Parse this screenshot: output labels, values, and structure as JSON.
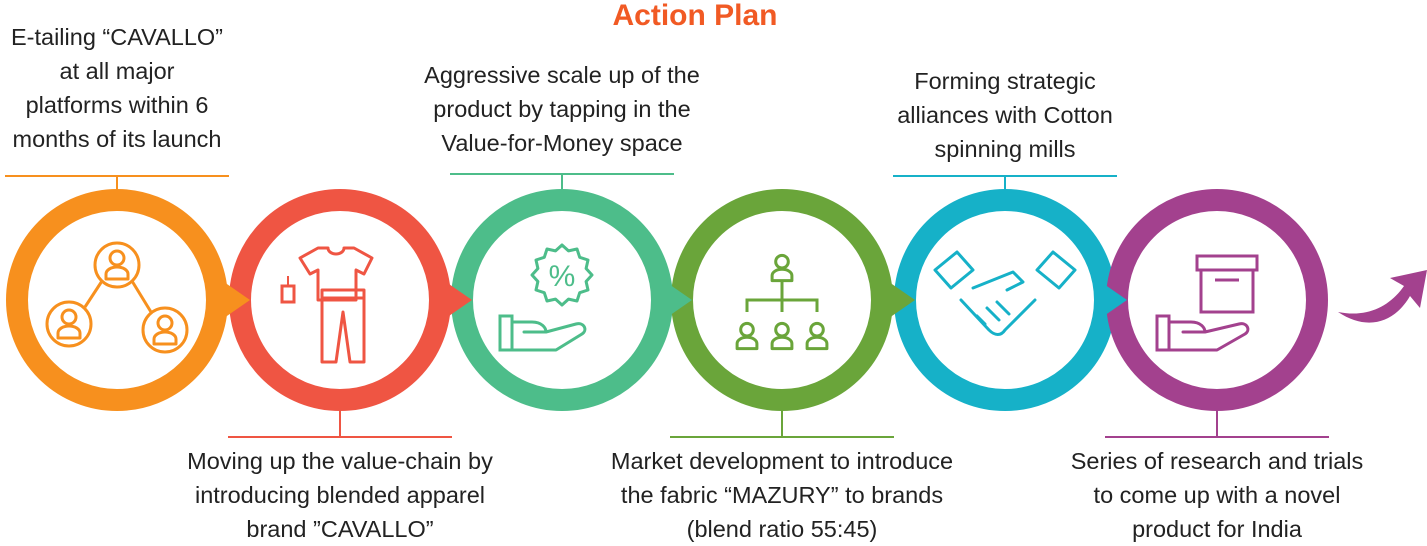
{
  "title": "Action Plan",
  "accent_color": "#f15a24",
  "steps": [
    {
      "text": "E-tailing “CAVALLO”\nat all major\nplatforms within 6\nmonths of its launch",
      "position": "top",
      "color": "#f7901e",
      "icon": "people-network-icon"
    },
    {
      "text": "Moving up the value-chain by\nintroducing blended apparel\nbrand ”CAVALLO”",
      "position": "bottom",
      "color": "#ef5543",
      "icon": "apparel-icon"
    },
    {
      "text": "Aggressive scale up of the\nproduct by tapping in the\nValue-for-Money space",
      "position": "top",
      "color": "#4dbd8a",
      "icon": "discount-hand-icon"
    },
    {
      "text": "Market development to introduce\nthe fabric “MAZURY” to brands\n(blend ratio 55:45)",
      "position": "bottom",
      "color": "#6aa53a",
      "icon": "hierarchy-icon"
    },
    {
      "text": "Forming strategic\nalliances with Cotton\nspinning mills",
      "position": "top",
      "color": "#16b1c8",
      "icon": "handshake-icon"
    },
    {
      "text": "Series of research and trials\nto come up with a novel\nproduct for India",
      "position": "bottom",
      "color": "#a3418e",
      "icon": "product-hand-icon"
    }
  ],
  "arrow_color": "#a3418e"
}
